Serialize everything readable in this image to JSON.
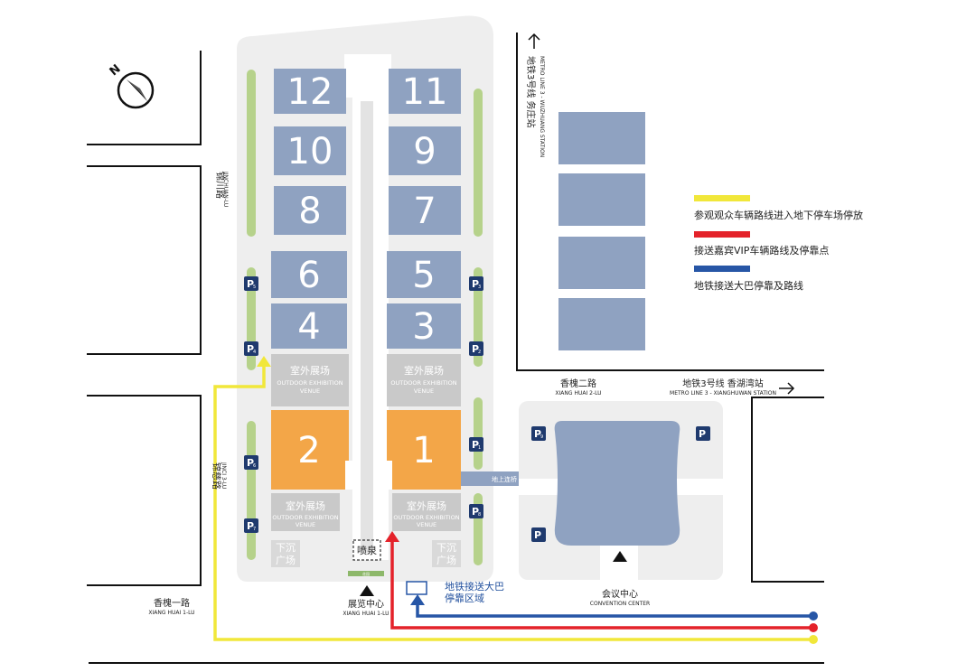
{
  "halls": [
    {
      "label": "12"
    },
    {
      "label": "11"
    },
    {
      "label": "10"
    },
    {
      "label": "9"
    },
    {
      "label": "8"
    },
    {
      "label": "7"
    },
    {
      "label": "6"
    },
    {
      "label": "5"
    },
    {
      "label": "4"
    },
    {
      "label": "3"
    },
    {
      "label": "2"
    },
    {
      "label": "1"
    }
  ],
  "outdoor": {
    "cn": "室外展场",
    "en1": "OUTDOOR EXHIBITION",
    "en2": "VENUE"
  },
  "sunken": {
    "line1": "下沉",
    "line2": "广场"
  },
  "fountain": "喷泉",
  "fountain_sign": "花园",
  "bridge": "地上连桥",
  "parking": [
    "P5",
    "P4",
    "P3",
    "P2",
    "P1",
    "P6",
    "P7",
    "P8",
    "P9"
  ],
  "roads": {
    "jinchuan_cn": "锦川路",
    "jinchuan_en": "JINCHUAN-LU",
    "jinci_cn": "锦慈路",
    "jinci_en": "JINCI 3-LU",
    "metro3_cn_1": "地铁3号线  务庄站",
    "metro3_en_1": "METRO LINE 3 - WUZHUANG STATION",
    "xianghuai2_cn": "香槐二路",
    "xianghuai2_en": "XIANG HUAI 2-LU",
    "metro3_cn_2": "地铁3号线  香湖湾站",
    "metro3_en_2": "METRO LINE 3 - XIANGHUWAN STATION",
    "xianghuai1_cn": "香槐一路",
    "xianghuai1_en": "XIANG HUAI 1-LU"
  },
  "centers": {
    "exhibition_cn": "展览中心",
    "exhibition_en": "XIANG HUAI 1-LU",
    "convention_cn": "会议中心",
    "convention_en": "CONVENTION CENTER"
  },
  "bus_area": {
    "line1": "地铁接送大巴",
    "line2": "停靠区域"
  },
  "legend": [
    {
      "color": "#f1e73a",
      "label": "参观观众车辆路线进入地下停车场停放"
    },
    {
      "color": "#e4222a",
      "label": "接送嘉宾VIP车辆路线及停靠点"
    },
    {
      "color": "#2756a6",
      "label": "地铁接送大巴停靠及路线"
    }
  ],
  "colors": {
    "hall": "#8fa2c1",
    "hall_orange": "#f3a648",
    "outdoor": "#c9c9c9",
    "site": "#eeeeee",
    "green": "#b6d28b",
    "parking": "#1f3a6e",
    "yellow": "#f1e73a",
    "red": "#e4222a",
    "blue": "#2756a6"
  }
}
